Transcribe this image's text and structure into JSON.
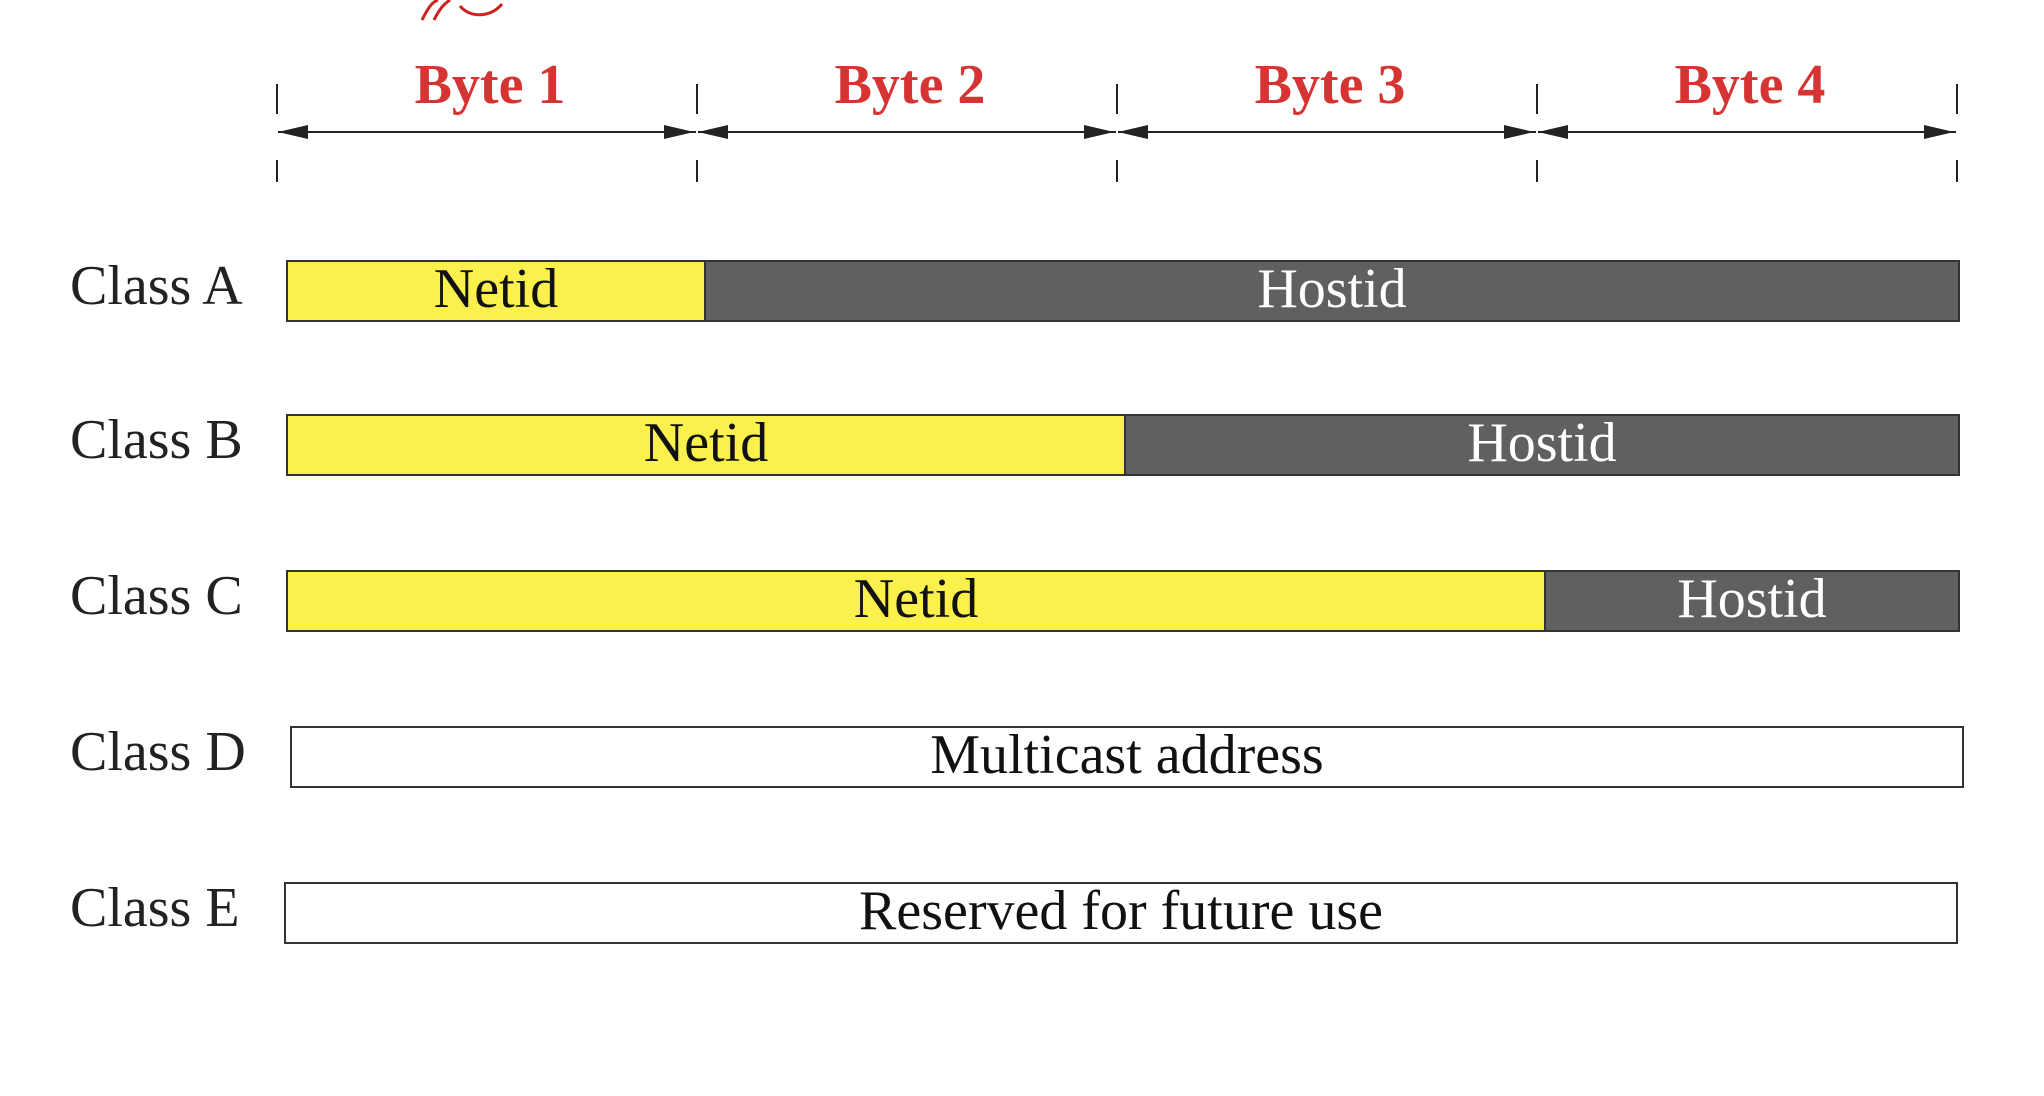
{
  "header": {
    "bytes": [
      "Byte 1",
      "Byte 2",
      "Byte 3",
      "Byte 4"
    ]
  },
  "colors": {
    "byte_label": "#d63333",
    "netid": "#fbf04c",
    "hostid": "#606062",
    "plain": "#ffffff"
  },
  "classes": [
    {
      "label": "Class A",
      "segments": [
        "Netid",
        "Hostid"
      ]
    },
    {
      "label": "Class B",
      "segments": [
        "Netid",
        "Hostid"
      ]
    },
    {
      "label": "Class C",
      "segments": [
        "Netid",
        "Hostid"
      ]
    },
    {
      "label": "Class D",
      "segments": [
        "Multicast address"
      ]
    },
    {
      "label": "Class E",
      "segments": [
        "Reserved for future use"
      ]
    }
  ]
}
